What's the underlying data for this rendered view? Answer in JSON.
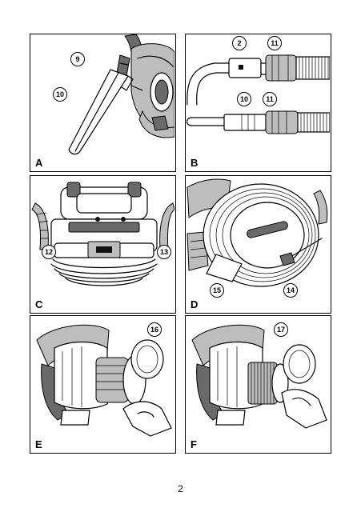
{
  "panels": [
    {
      "letter": "A",
      "callouts": [
        "9",
        "10"
      ]
    },
    {
      "letter": "B",
      "callouts": [
        "2",
        "11",
        "10",
        "11"
      ]
    },
    {
      "letter": "C",
      "callouts": [
        "12",
        "13"
      ]
    },
    {
      "letter": "D",
      "callouts": [
        "15",
        "14"
      ]
    },
    {
      "letter": "E",
      "callouts": [
        "16"
      ]
    },
    {
      "letter": "F",
      "callouts": [
        "17"
      ]
    }
  ],
  "page_number": "2"
}
